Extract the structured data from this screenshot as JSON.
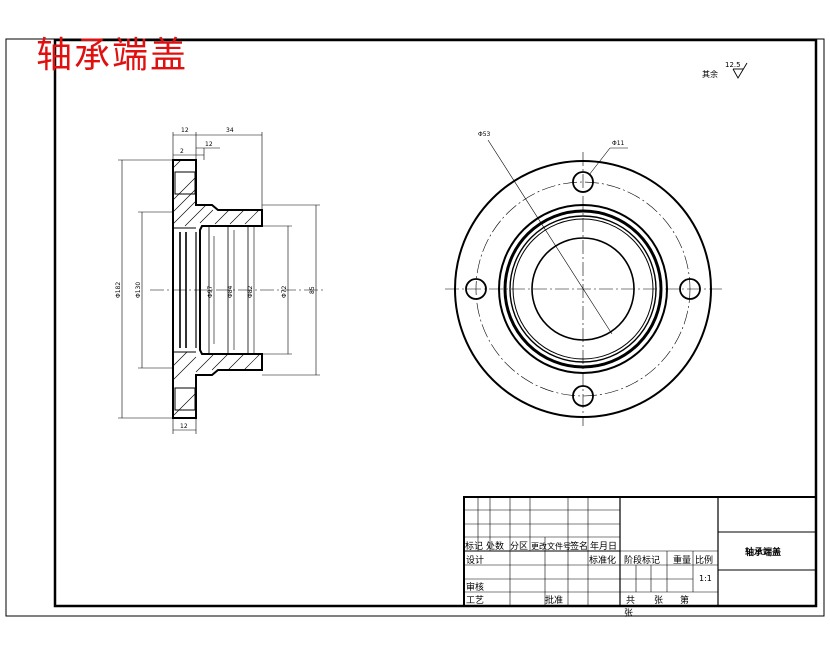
{
  "title": "轴承端盖",
  "roughness": {
    "label": "其余",
    "value": "12.5"
  },
  "section_view": {
    "top_dims": [
      "12",
      "34",
      "12",
      "2"
    ],
    "bottom_dim": "12",
    "vertical_dims": [
      "Φ182",
      "Φ130",
      "Φ97",
      "Φ84",
      "Φ82",
      "Φ72",
      "85"
    ]
  },
  "front_view": {
    "dim_outer": "Φ53",
    "dim_hole": "Φ11"
  },
  "title_block": {
    "part_name": "轴承端盖",
    "row_headers": [
      "标记",
      "处数",
      "分区",
      "更改文件号",
      "签名",
      "年月日"
    ],
    "design": "设计",
    "standardize": "标准化",
    "stage_mark": "阶段标记",
    "weight": "重量",
    "scale": "比例",
    "scale_value": "1:1",
    "review": "审核",
    "process": "工艺",
    "approve": "批准",
    "sheet_total": "共",
    "sheet_unit": "张",
    "sheet_num": "第",
    "sheet_unit2": "张"
  }
}
